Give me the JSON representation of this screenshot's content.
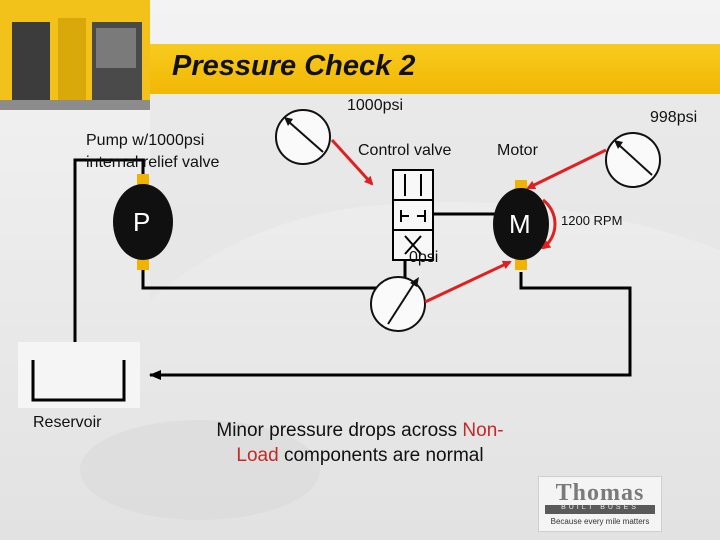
{
  "slide": {
    "title": "Pressure Check 2"
  },
  "gauges": {
    "top_left_reading": "1000psi",
    "top_right_reading": "998psi",
    "bottom_reading": "0psi"
  },
  "components": {
    "pump_label": "Pump w/1000psi\ninternal relief valve",
    "pump_letter": "P",
    "control_valve_label": "Control valve",
    "motor_label": "Motor",
    "motor_letter": "M",
    "motor_speed": "1200 RPM",
    "reservoir_label": "Reservoir"
  },
  "caption": {
    "part1": "Minor pressure drops across ",
    "highlight1": "Non-",
    "highlight2": "Load",
    "part2": " components are normal"
  },
  "logo": {
    "name": "Thomas",
    "sub": "BUILT BUSES",
    "tagline": "Because every mile matters"
  },
  "colors": {
    "title_band": "#f2b705",
    "arrow": "#e02020",
    "component_body": "#101010",
    "port": "#f0b400",
    "line": "#000000",
    "highlight_text": "#c62828"
  }
}
